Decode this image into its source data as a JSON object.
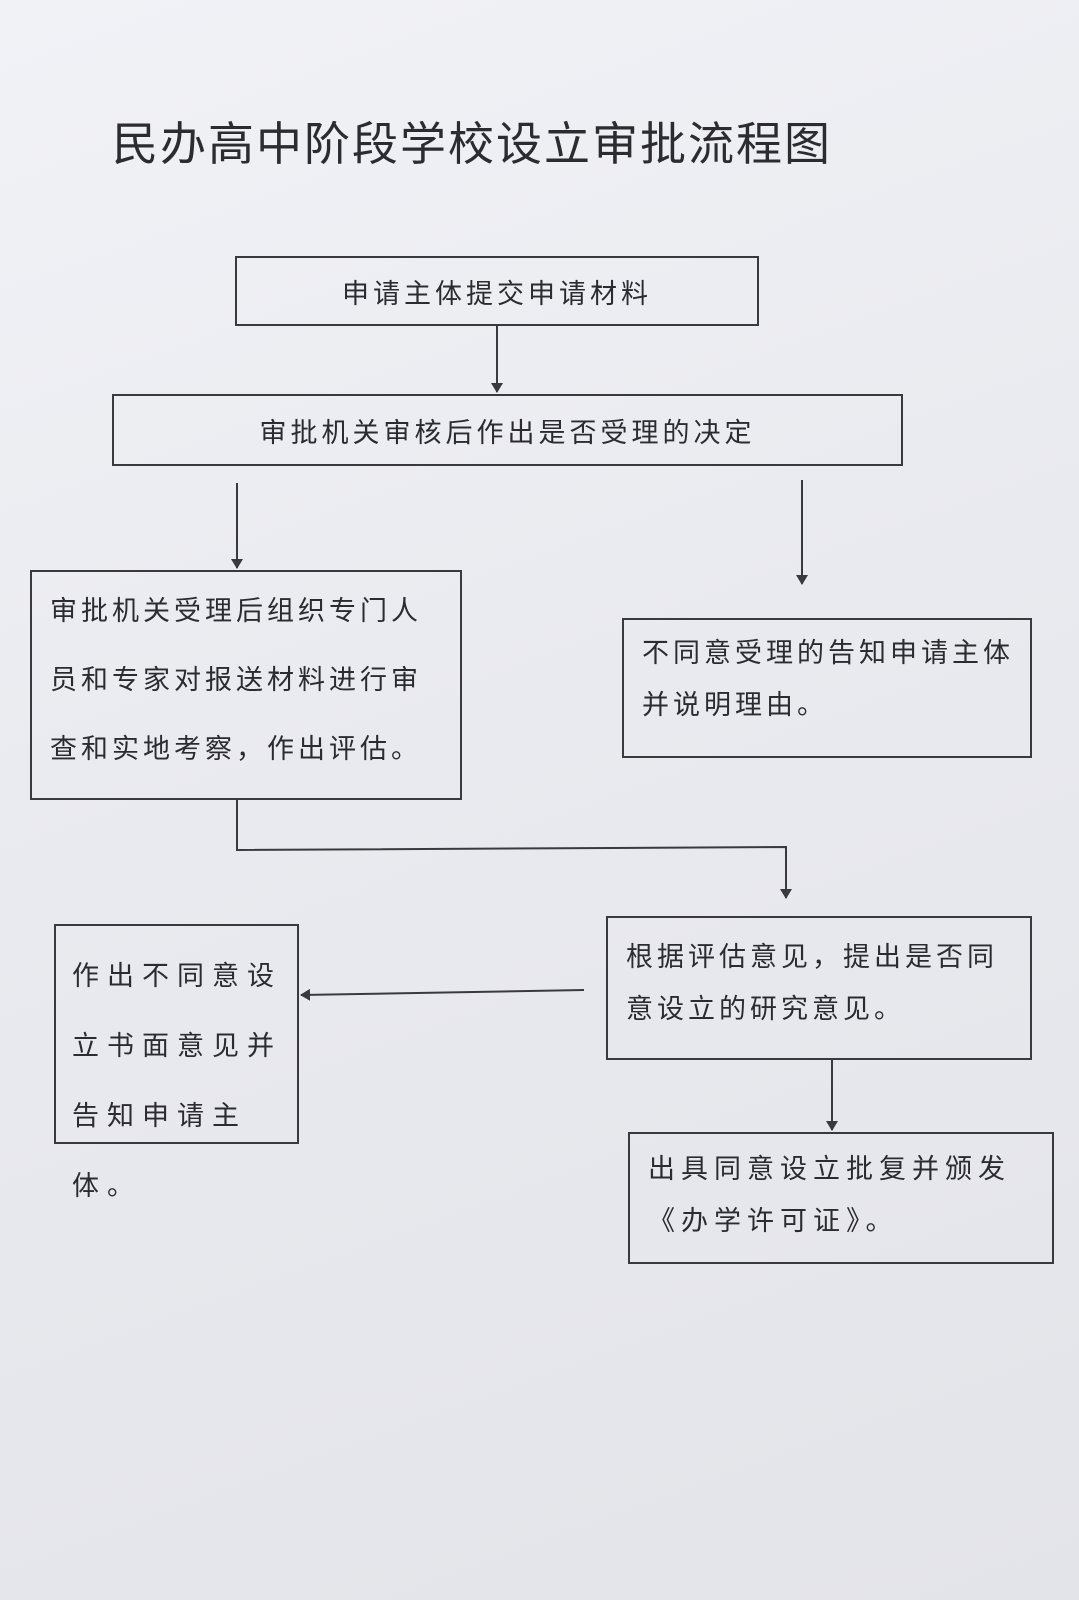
{
  "title": "民办高中阶段学校设立审批流程图",
  "nodes": {
    "submit": "申请主体提交申请材料",
    "decide_accept": "审批机关审核后作出是否受理的决定",
    "organize_review": "审批机关受理后组织专门人员和专家对报送材料进行审查和实地考察，作出评估。",
    "reject_accept": "不同意受理的告知申请主体并说明理由。",
    "research_opinion": "根据评估意见，提出是否同意设立的研究意见。",
    "written_reject": "作出不同意设立书面意见并告知申请主体。",
    "issue_license": "出具同意设立批复并颁发《办学许可证》。"
  },
  "colors": {
    "line": "#3a3a3e",
    "text": "#2c2c30",
    "paper": "#ececf0"
  }
}
